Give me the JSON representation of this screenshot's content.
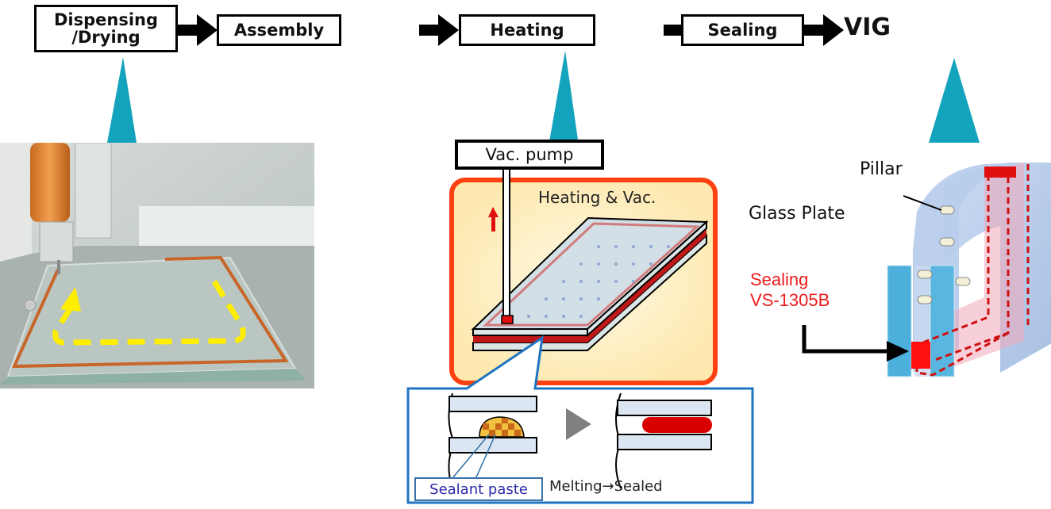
{
  "flow": {
    "steps": [
      {
        "label_line1": "Dispensing",
        "label_line2": "/Drying"
      },
      {
        "label": "Assembly"
      },
      {
        "label": "Heating"
      },
      {
        "label": "Sealing"
      }
    ],
    "result": "VIG"
  },
  "colors": {
    "pointer": "#14a3bd",
    "chamber_border": "#ff4010",
    "chamber_fill": "#fde9b0",
    "sealant_red": "#e01010",
    "callout_border": "#1e74c0",
    "sealant_label": "#2a2aa8"
  },
  "dispensing_photo": {
    "description": "Dispenser nozzle tracing sealant bead around glass plate",
    "path_arrow_color": "#ffee00"
  },
  "heating": {
    "pump_label": "Vac. pump",
    "chamber_label": "Heating & Vac."
  },
  "detail": {
    "before_label": "Sealant paste",
    "after_label": "Melting→Sealed"
  },
  "vig": {
    "pillar_label": "Pillar",
    "glass_label": "Glass Plate",
    "sealing_label_line1": "Sealing",
    "sealing_label_line2": "VS-1305B"
  }
}
